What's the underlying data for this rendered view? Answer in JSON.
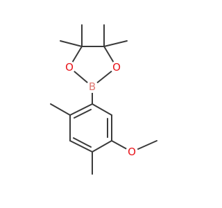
{
  "molecule": {
    "atoms": {
      "o1": {
        "symbol": "O",
        "color": "#e8141a"
      },
      "o2": {
        "symbol": "O",
        "color": "#e8141a"
      },
      "b": {
        "symbol": "B",
        "color": "#e07a74"
      },
      "o_methoxy": {
        "symbol": "O",
        "color": "#e8141a"
      }
    }
  }
}
